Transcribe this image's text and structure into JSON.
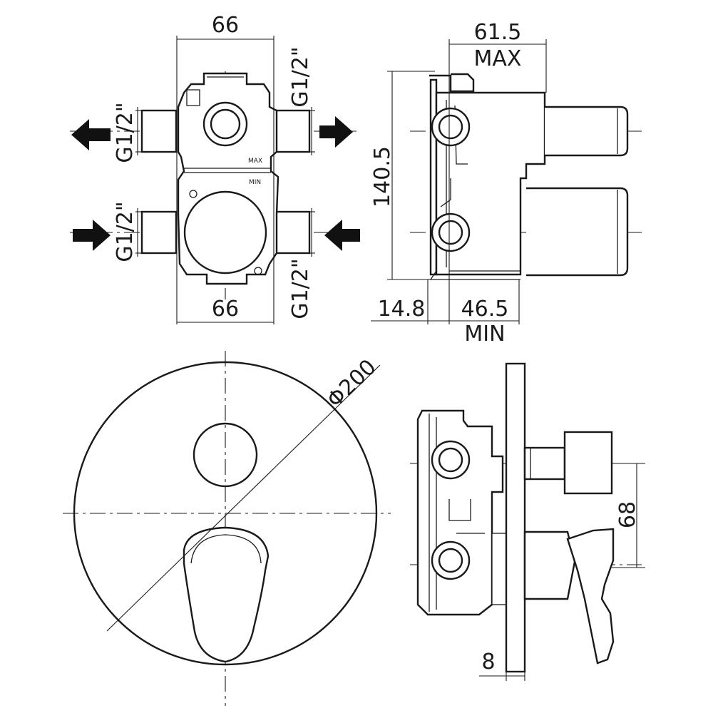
{
  "front_view": {
    "top_width": "66",
    "bottom_width": "66",
    "top_left_port": "G1/2\"",
    "top_right_port": "G1/2\"",
    "bottom_left_port": "G1/2\"",
    "bottom_right_port": "G1/2\"",
    "max_mark": "MAX",
    "min_mark": "MIN"
  },
  "side_view": {
    "depth_max": "61.5",
    "max_label": "MAX",
    "height": "140.5",
    "wall_offset": "14.8",
    "depth_min": "46.5",
    "min_label": "MIN"
  },
  "plate_view": {
    "diameter": "Φ200"
  },
  "assembly_view": {
    "spacing": "68",
    "plate_thickness": "8"
  }
}
